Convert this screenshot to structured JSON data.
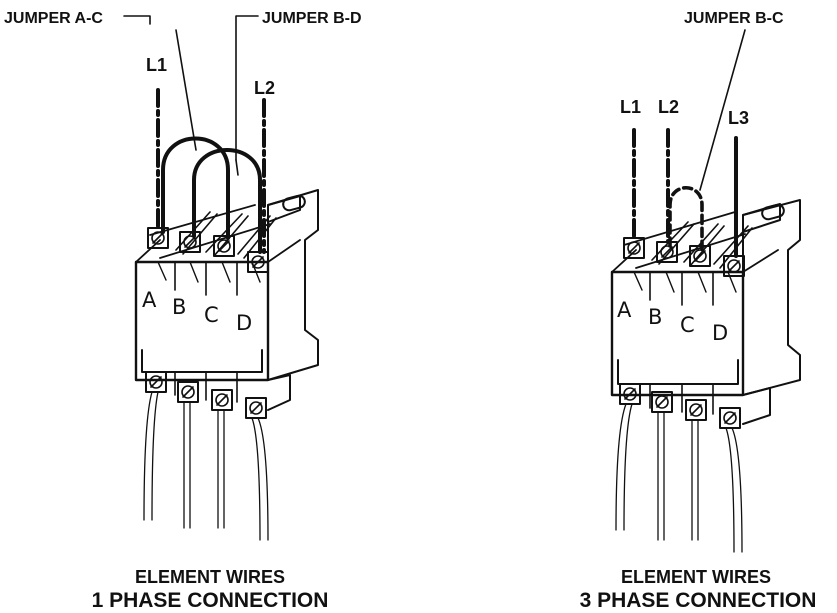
{
  "left": {
    "jumper1": "JUMPER A-C",
    "jumper2": "JUMPER B-D",
    "line1": "L1",
    "line2": "L2",
    "terminals": [
      "A",
      "B",
      "C",
      "D"
    ],
    "caption_top": "ELEMENT WIRES",
    "caption_bottom": "1 PHASE CONNECTION"
  },
  "right": {
    "jumper1": "JUMPER B-C",
    "line1": "L1",
    "line2": "L2",
    "line3": "L3",
    "terminals": [
      "A",
      "B",
      "C",
      "D"
    ],
    "caption_top": "ELEMENT WIRES",
    "caption_bottom": "3 PHASE CONNECTION"
  }
}
